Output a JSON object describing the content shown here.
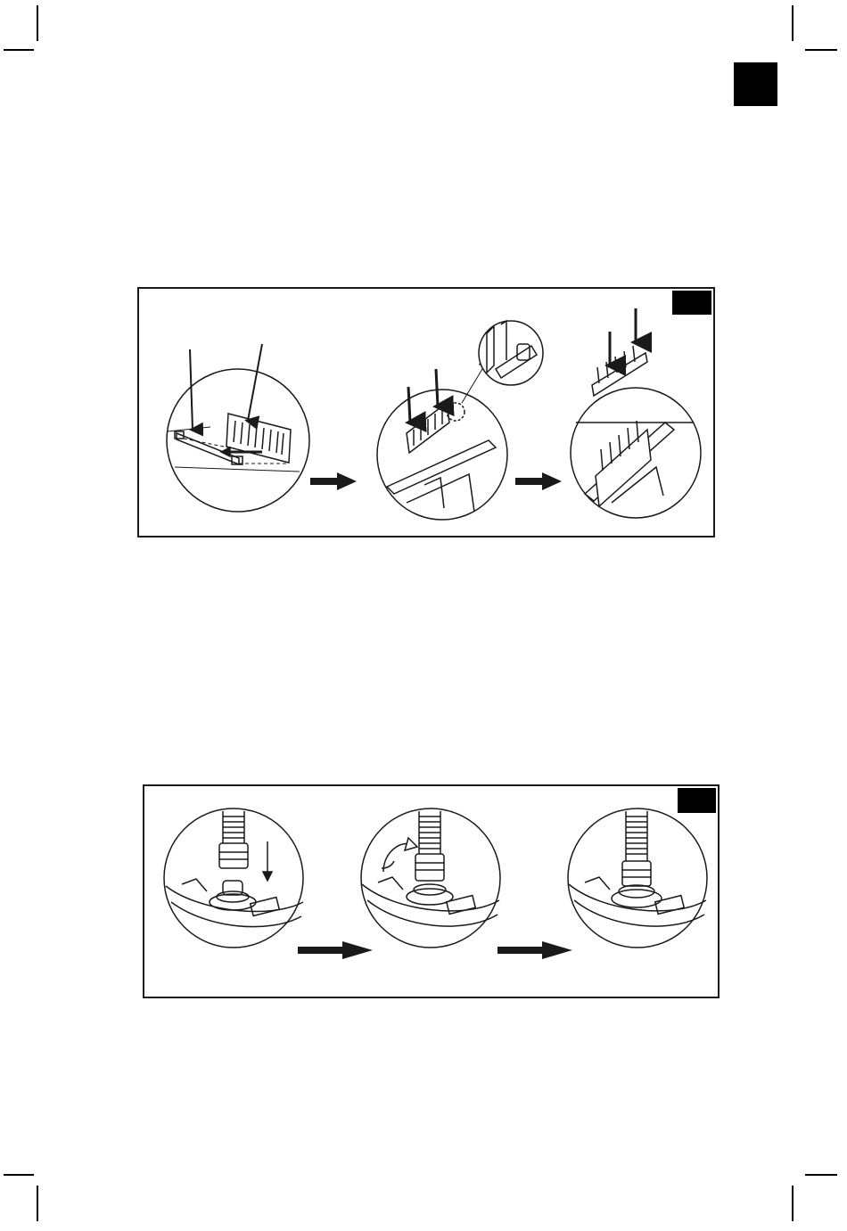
{
  "page": {
    "language_tab_label": "",
    "figure_1": {
      "tag_label": "",
      "panels": [
        "attach-rail",
        "insert-rack",
        "rack-installed"
      ]
    },
    "figure_2": {
      "tag_label": "",
      "panels": [
        "hose-align",
        "hose-screw-on",
        "hose-connected"
      ]
    }
  },
  "colors": {
    "ink": "#1a1a1a",
    "background": "#ffffff"
  }
}
